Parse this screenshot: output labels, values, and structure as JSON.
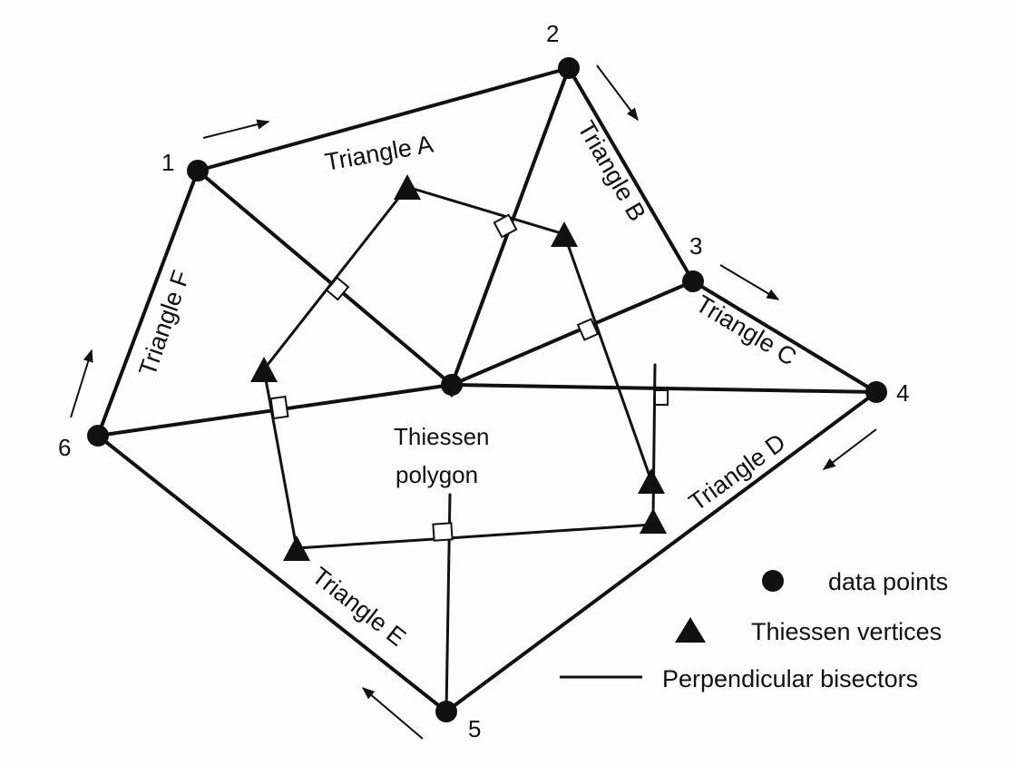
{
  "point_labels": {
    "p1": "1",
    "p2": "2",
    "p3": "3",
    "p4": "4",
    "p5": "5",
    "p6": "6"
  },
  "triangle_labels": {
    "a": "Triangle A",
    "b": "Triangle B",
    "c": "Triangle C",
    "d": "Triangle D",
    "e": "Triangle E",
    "f": "Triangle F"
  },
  "polygon_label": {
    "line1": "Thiessen",
    "line2": "polygon"
  },
  "legend": {
    "data_points": "data points",
    "vertices": "Thiessen vertices",
    "bisectors": "Perpendicular bisectors"
  }
}
